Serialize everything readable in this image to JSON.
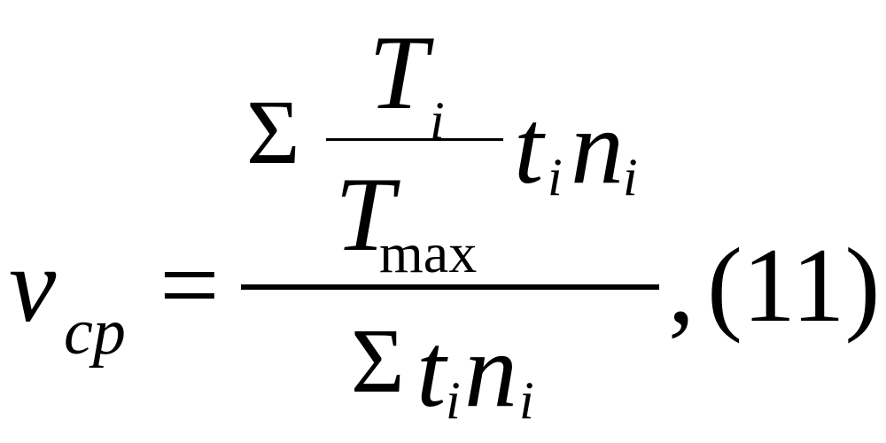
{
  "formula": {
    "lhs": {
      "symbol": "ν",
      "subscript": "cp"
    },
    "equals": "=",
    "numerator": {
      "sum": "Σ",
      "inner_fraction": {
        "top_symbol": "T",
        "top_subscript": "i",
        "bottom_symbol": "T",
        "bottom_subscript": "max"
      },
      "t_symbol": "t",
      "t_subscript": "i",
      "n_symbol": "n",
      "n_subscript": "i"
    },
    "denominator": {
      "sum": "Σ",
      "t_symbol": "t",
      "t_subscript": "i",
      "n_symbol": "n",
      "n_subscript": "i"
    },
    "comma": ",",
    "equation_number": "(11)"
  }
}
